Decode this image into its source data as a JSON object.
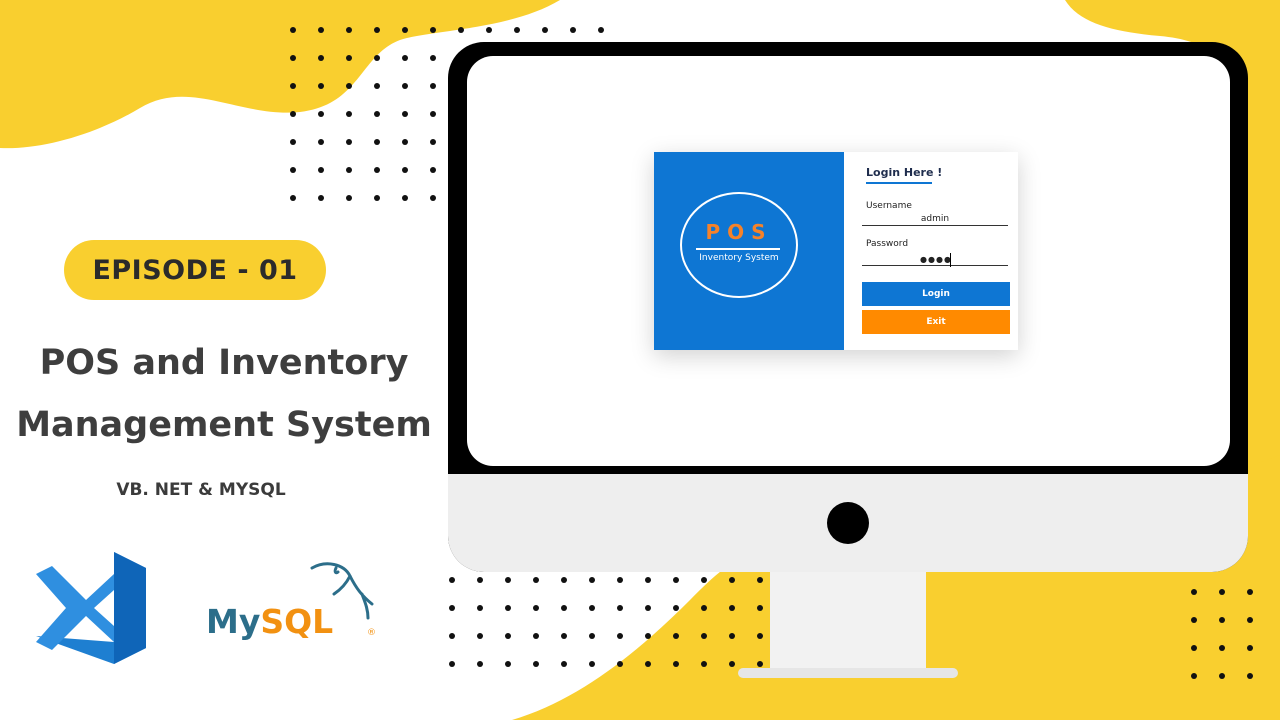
{
  "episode_label": "EPISODE - 01",
  "headline": "POS and Inventory Management System",
  "subtitle": "VB. NET & MYSQL",
  "login_window": {
    "brand_title": "POS",
    "brand_subtitle": "Inventory System",
    "heading": "Login Here !",
    "username_label": "Username",
    "username_value": "admin",
    "password_label": "Password",
    "password_value": "●●●●",
    "login_button": "Login",
    "exit_button": "Exit"
  },
  "logos": {
    "left_icon": "visual-studio-icon",
    "right_icon": "mysql-dolphin-icon",
    "mysql_my": "My",
    "mysql_sql": "SQL",
    "mysql_reg": "®"
  },
  "colors": {
    "accent_yellow": "#f9cf2f",
    "brand_blue": "#0e76d3",
    "exit_orange": "#ff8a00",
    "pos_orange": "#f5822a",
    "headline_gray": "#3e3e3e"
  }
}
